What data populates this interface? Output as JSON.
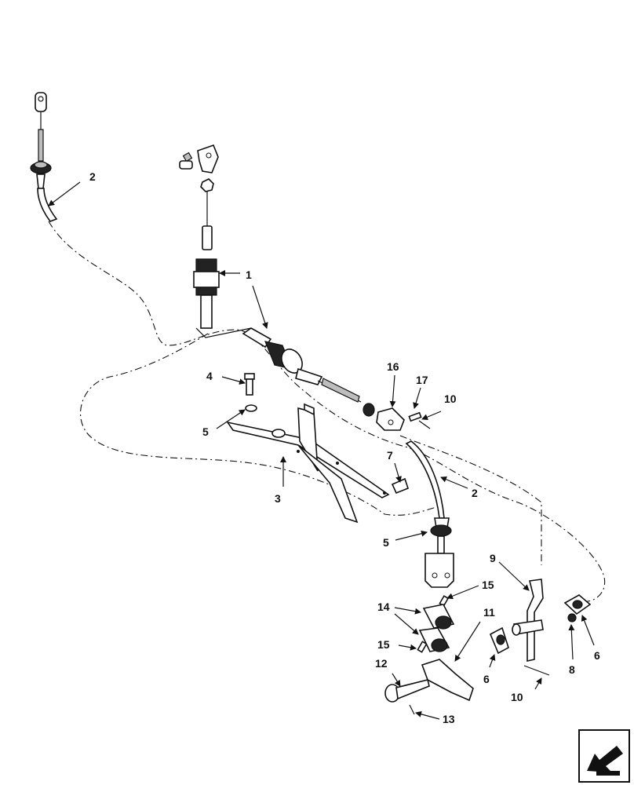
{
  "callouts": [
    {
      "id": "c1",
      "text": "1"
    },
    {
      "id": "c2a",
      "text": "2"
    },
    {
      "id": "c2b",
      "text": "2"
    },
    {
      "id": "c3",
      "text": "3"
    },
    {
      "id": "c4",
      "text": "4"
    },
    {
      "id": "c5a",
      "text": "5"
    },
    {
      "id": "c5b",
      "text": "5"
    },
    {
      "id": "c6a",
      "text": "6"
    },
    {
      "id": "c6b",
      "text": "6"
    },
    {
      "id": "c7",
      "text": "7"
    },
    {
      "id": "c8",
      "text": "8"
    },
    {
      "id": "c9",
      "text": "9"
    },
    {
      "id": "c10a",
      "text": "10"
    },
    {
      "id": "c10b",
      "text": "10"
    },
    {
      "id": "c11",
      "text": "11"
    },
    {
      "id": "c12",
      "text": "12"
    },
    {
      "id": "c13",
      "text": "13"
    },
    {
      "id": "c14",
      "text": "14"
    },
    {
      "id": "c15a",
      "text": "15"
    },
    {
      "id": "c15b",
      "text": "15"
    },
    {
      "id": "c16",
      "text": "16"
    },
    {
      "id": "c17",
      "text": "17"
    }
  ],
  "nav": {
    "icon": "previous-page-arrow-icon"
  }
}
